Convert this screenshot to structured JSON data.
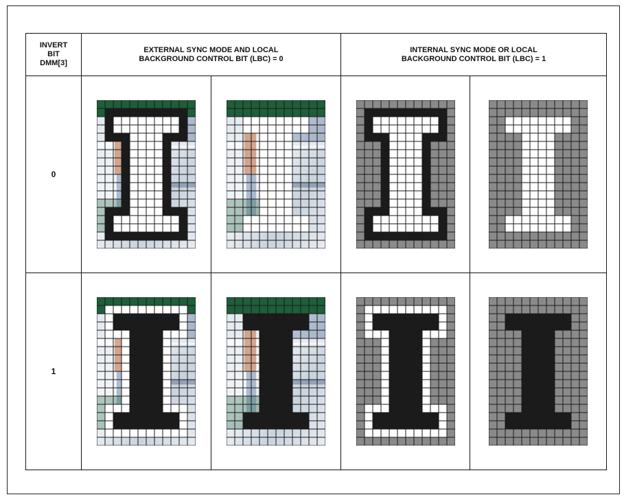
{
  "header": {
    "invert_bit_label": "INVERT\nBIT\nDMM[3]",
    "external_label": "EXTERNAL SYNC MODE AND LOCAL\nBACKGROUND CONTROL BIT (LBC) = 0",
    "internal_label": "INTERNAL SYNC MODE OR LOCAL\nBACKGROUND CONTROL BIT (LBC) = 1"
  },
  "rows": [
    {
      "invert_value": "0"
    },
    {
      "invert_value": "1"
    }
  ],
  "colors": {
    "grid_line": "#1a1a1a",
    "gray_background": "#8a8a8a",
    "black": "#1b1b1b",
    "white": "#ffffff",
    "video_green": "#1f5e3a",
    "video_blue": "#6f86a8"
  }
}
